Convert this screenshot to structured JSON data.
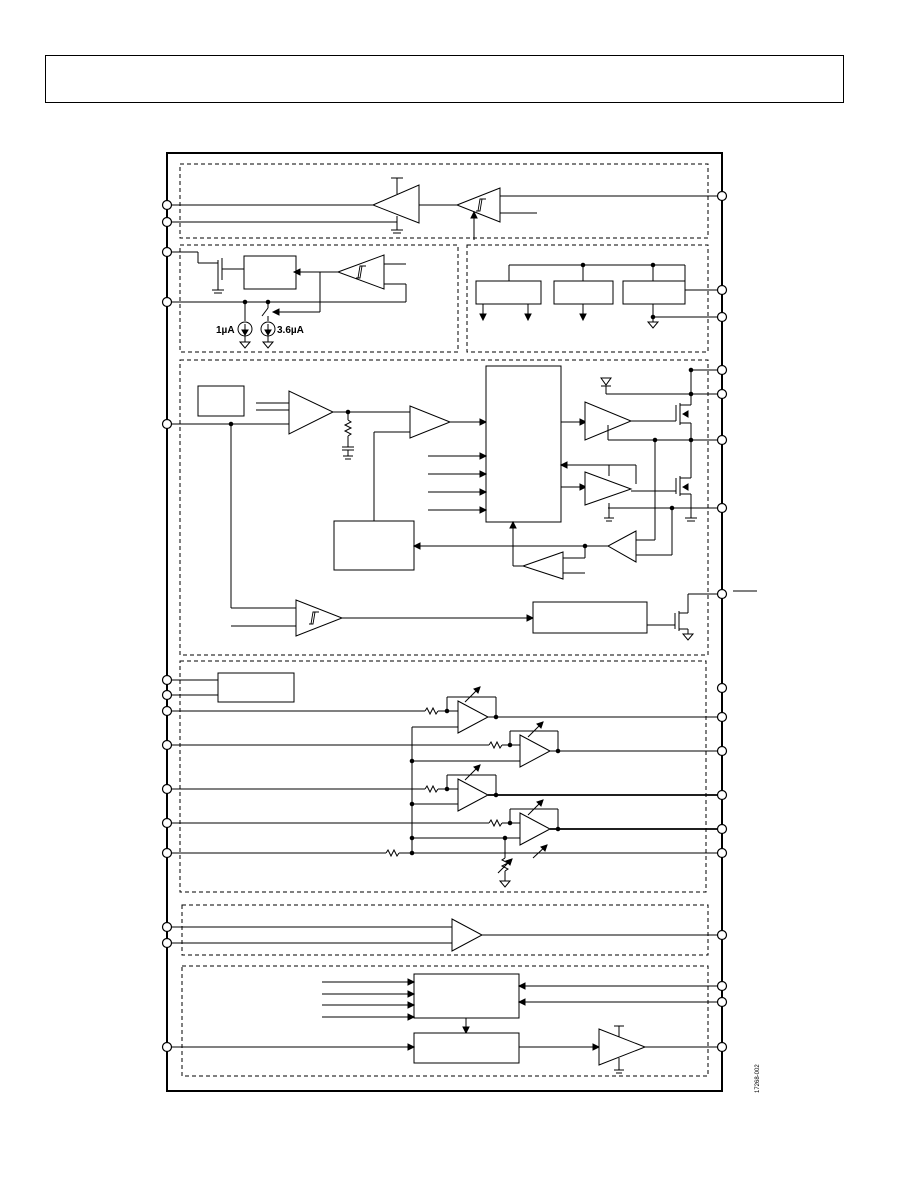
{
  "header": {
    "title": ""
  },
  "labels": {
    "current_1": "1µA",
    "current_2": "3.6µA",
    "figure_code": "17268-002"
  }
}
